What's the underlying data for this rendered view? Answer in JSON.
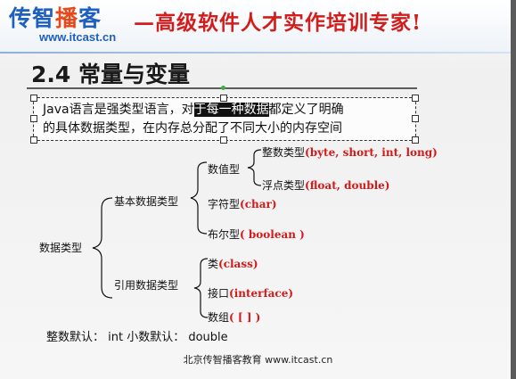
{
  "header": {
    "logo_prefix": "传智",
    "logo_accent": "播",
    "logo_suffix": "客",
    "site_url": "www.itcast.cn",
    "slogan": "—高级软件人才实作培训专家!"
  },
  "title": "2.4 常量与变量",
  "definition": {
    "line1_before": "Java语言是强类型语言，对",
    "line1_highlight": "于每一种数据",
    "line1_after": "都定义了明确",
    "line2": "的具体数据类型，在内存总分配了不同大小的内存空间"
  },
  "tree": {
    "root": "数据类型",
    "basic": "基本数据类型",
    "reference": "引用数据类型",
    "numeric": "数值型",
    "integer_label": "整数类型",
    "integer_types": "(byte, short, int, long)",
    "float_label": "浮点类型",
    "float_types": "(float, double)",
    "char_label": "字符型",
    "char_types": "(char)",
    "bool_label": "布尔型",
    "bool_types": "( boolean )",
    "class_label": "类",
    "class_types": "(class)",
    "interface_label": "接口",
    "interface_types": "(interface)",
    "array_label": "数组",
    "array_types": "( [ ] )"
  },
  "defaults_note": "整数默认： int   小数默认： double",
  "footer": {
    "org": "北京传智播客教育",
    "url": "www.itcast.cn"
  },
  "colors": {
    "brand_blue": "#1f5fbf",
    "accent_orange": "#e8481a",
    "type_red": "#d11a1a"
  }
}
